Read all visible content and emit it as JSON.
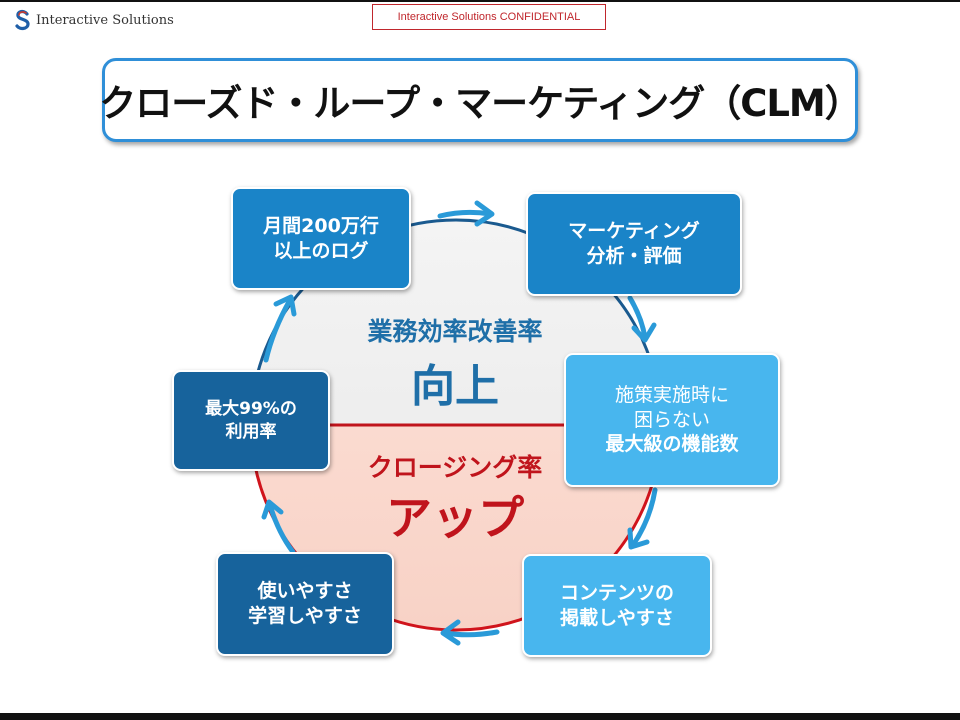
{
  "header": {
    "logo_text": "Interactive Solutions",
    "confidential": "Interactive Solutions CONFIDENTIAL"
  },
  "title": "クローズド・ループ・マーケティング（CLM）",
  "center": {
    "upper_small": "業務効率改善率",
    "upper_big": "向上",
    "lower_small": "クロージング率",
    "lower_big": "アップ"
  },
  "nodes": [
    {
      "lines": [
        "月間200万行",
        "以上のログ"
      ]
    },
    {
      "lines": [
        "マーケティング",
        "分析・評価"
      ]
    },
    {
      "lines": [
        "施策実施時に",
        "困らない",
        "最大級の機能数"
      ]
    },
    {
      "lines": [
        "コンテンツの",
        "掲載しやすさ"
      ]
    },
    {
      "lines": [
        "使いやすさ",
        "学習しやすさ"
      ]
    },
    {
      "lines": [
        "最大99%の",
        "利用率"
      ]
    }
  ],
  "colors": {
    "dark_blue": "#17639c",
    "mid_blue": "#1a84c8",
    "light_blue": "#48b6ee",
    "accent_red": "#c0141c",
    "title_border": "#2f8fd8"
  }
}
